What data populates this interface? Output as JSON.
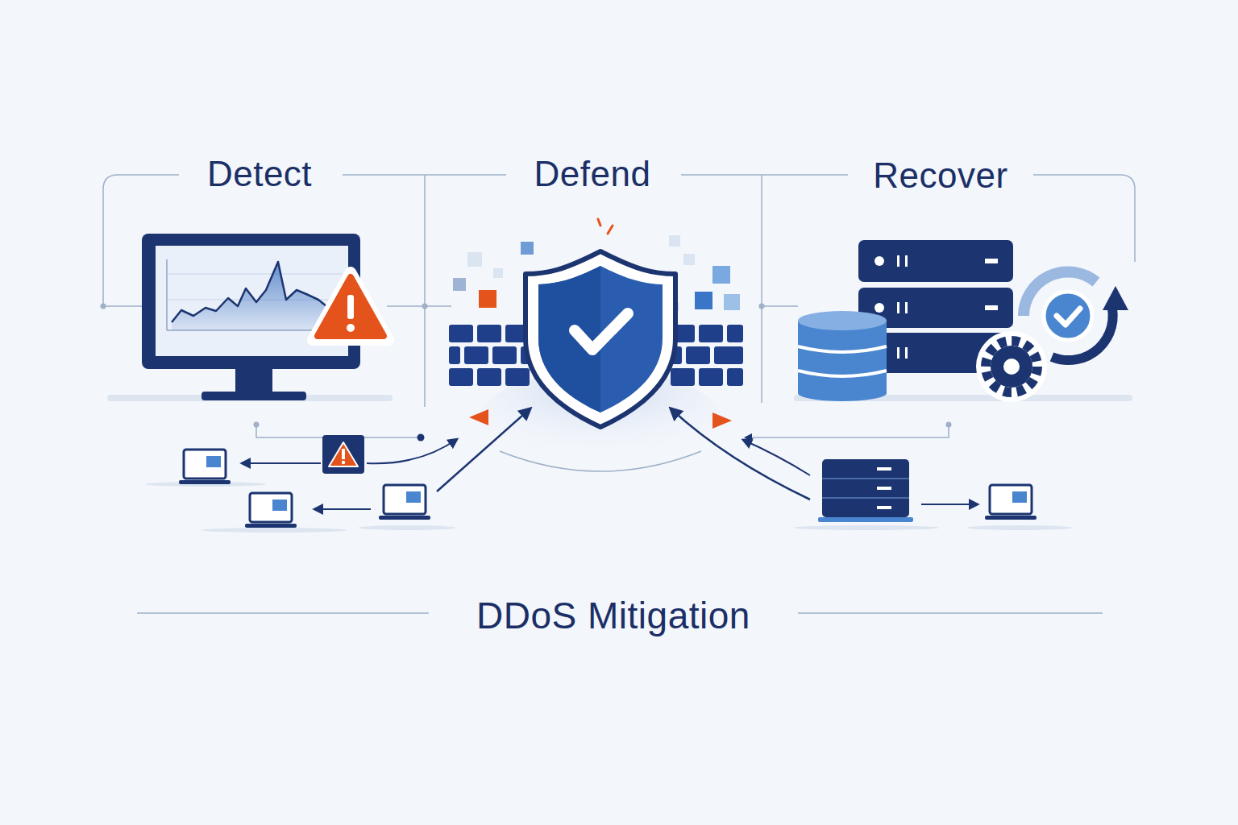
{
  "diagram": {
    "title": "DDoS Mitigation",
    "labels": [
      "Detect",
      "Defend",
      "Recover"
    ]
  }
}
